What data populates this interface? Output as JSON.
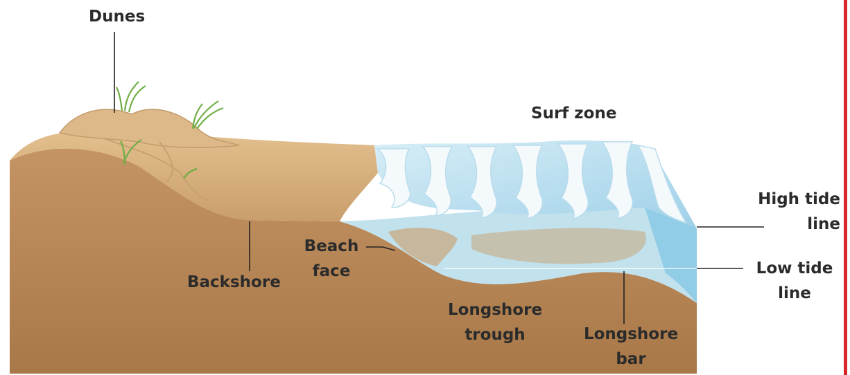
{
  "labels": {
    "dunes": "Dunes",
    "surf_zone": "Surf zone",
    "high_tide_line": [
      "High tide",
      "line"
    ],
    "low_tide_line": [
      "Low tide",
      "line"
    ],
    "beach_face": [
      "Beach",
      "face"
    ],
    "backshore": "Backshore",
    "longshore_trough": [
      "Longshore",
      "trough"
    ],
    "longshore_bar": [
      "Longshore",
      "bar"
    ]
  },
  "colors": {
    "sand_dark": "#b8865a",
    "sand_light": "#d9b283",
    "water": "#a9d3e6",
    "foam": "#f4f9fc",
    "grass": "#6fae45",
    "frame_accent": "#d8272b",
    "label_text": "#2b2b2b"
  }
}
